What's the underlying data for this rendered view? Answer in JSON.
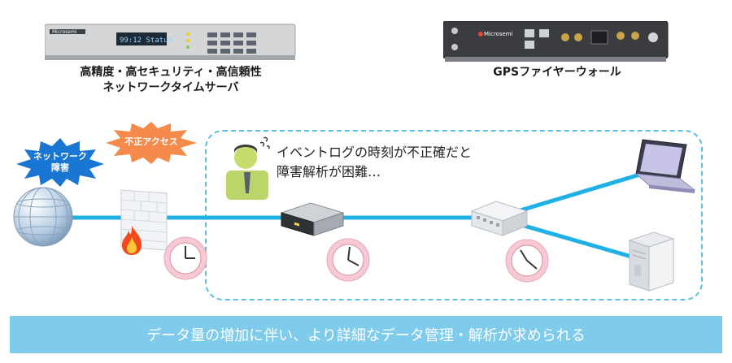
{
  "devices": {
    "time_server_caption_line1": "高精度・高セキュリティ・高信頼性",
    "time_server_caption_line2": "ネットワークタイムサーバ",
    "time_server_brand": "Microsemi",
    "time_server_display": "99:12 Status",
    "firewall_caption": "GPSファイヤーウォール",
    "firewall_brand": "Microsemi"
  },
  "threats": {
    "network_failure_line1": "ネットワーク",
    "network_failure_line2": "障害",
    "unauthorized_access": "不正アクセス"
  },
  "thought": {
    "line1": "イベントログの時刻が不正確だと",
    "line2": "障害解析が困難…"
  },
  "banner": {
    "text": "データ量の増加に伴い、より詳細なデータ管理・解析が求められる"
  },
  "colors": {
    "network_line": "#1fb0e6",
    "banner": "#7ecbeb",
    "burst_blue": "#1976d2",
    "burst_orange": "#f58a4a",
    "clock_pink": "#f6c9d4"
  }
}
